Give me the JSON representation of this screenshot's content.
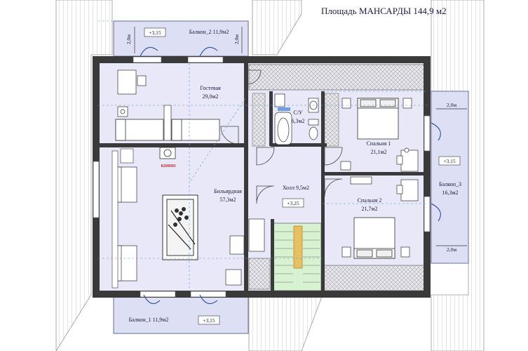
{
  "header": {
    "title": "Площадь МАНСАРДЫ  144,9 м2"
  },
  "rooms": {
    "guest": {
      "name": "Гостевая",
      "area": "29,0м2"
    },
    "bath": {
      "name": "С/У",
      "area": "6,3м2"
    },
    "bedroom1": {
      "name": "Спальня 1",
      "area": "21,1м2"
    },
    "billiard": {
      "name": "Бильярдная",
      "area": "57,3м2"
    },
    "hall": {
      "name": "Холл 9,5м2"
    },
    "bedroom2": {
      "name": "Спальня 2",
      "area": "21,7м2"
    },
    "fireplace": {
      "name": "камин"
    }
  },
  "balconies": {
    "b1": {
      "name": "Балкон_1  11,9м2",
      "level": "+3,15"
    },
    "b2": {
      "name": "Балкон_2  11,9м2",
      "level": "+3,15"
    },
    "b3": {
      "name": "Балкон_3",
      "area": "16,3м2",
      "level": "+3,15"
    }
  },
  "levels": {
    "hall": "+3,25"
  },
  "dimensions": {
    "d1": "2,0м",
    "d2": "2,0м",
    "d3": "2,0м",
    "d4": "2,0м"
  },
  "colors": {
    "floor": "#e6e6f8",
    "wall": "#3a3a3a",
    "stair": "#d6f2d0",
    "balcony": "#dde0f4",
    "roof": "#b8b8b8"
  }
}
